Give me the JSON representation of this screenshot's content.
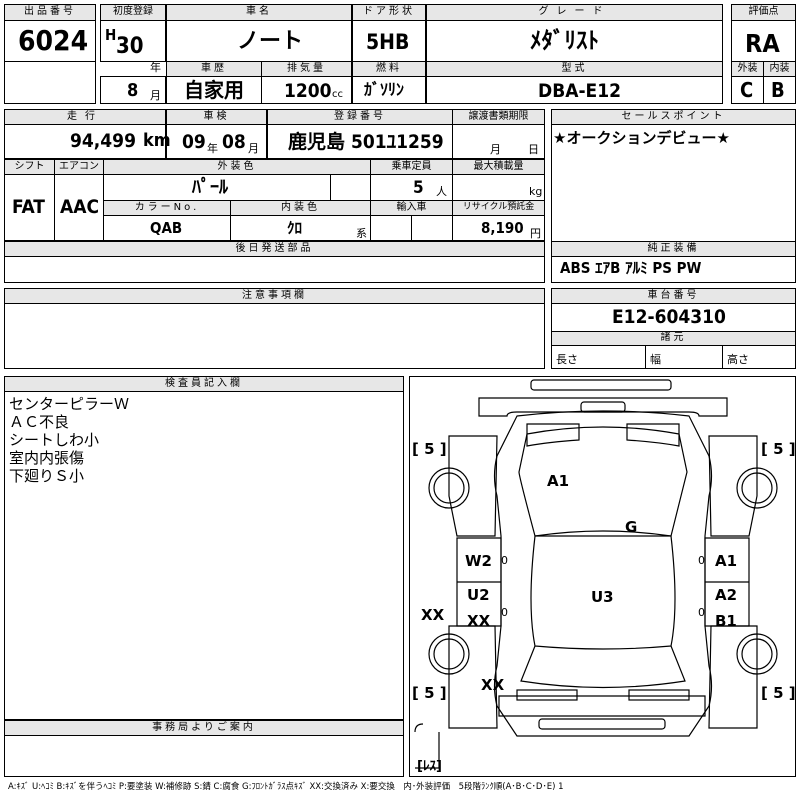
{
  "header": {
    "lot_label": "出品番号",
    "lot": "6024",
    "first_reg_label": "初度登録",
    "era": "H",
    "year": "30",
    "year_unit": "年",
    "month": "8",
    "month_unit": "月",
    "name_label": "車名",
    "name": "ノート",
    "history_label": "車歴",
    "history": "自家用",
    "cc_label": "排気量",
    "cc": "1200",
    "cc_unit": "cc",
    "door_label": "ドア形状",
    "door": "5HB",
    "fuel_label": "燃料",
    "fuel": "ｶﾞｿﾘﾝ",
    "grade_label": "グレード",
    "grade": "ﾒﾀﾞﾘｽﾄ",
    "model_label": "型式",
    "model": "DBA-E12",
    "score_label": "評価点",
    "score": "RA",
    "ext_label": "外装",
    "ext": "C",
    "int_label": "内装",
    "int": "B"
  },
  "row2": {
    "mileage_label": "走行",
    "mileage": "94,499",
    "mileage_unit": "km",
    "inspect_label": "車検",
    "inspect_y": "09",
    "inspect_y_unit": "年",
    "inspect_m": "08",
    "inspect_m_unit": "月",
    "plate_label": "登録番号",
    "plate": "鹿児島 501ﾕ1259",
    "transfer_label": "譲渡書類期限",
    "transfer_m": "月",
    "transfer_d": "日",
    "sales_label": "セールスポイント",
    "sales": "★オークションデビュー★"
  },
  "row3": {
    "shift_label": "シフト",
    "shift": "FAT",
    "ac_label": "エアコン",
    "ac": "AAC",
    "color_label": "外装色",
    "color": "ﾊﾟｰﾙ",
    "seats_label": "乗車定員",
    "seats": "5",
    "seats_unit": "人",
    "load_label": "最大積載量",
    "load_unit": "kg",
    "colorno_label": "カラーNo.",
    "colorno": "QAB",
    "intcolor_label": "内装色",
    "intcolor": "ｸﾛ",
    "intcolor_unit": "系",
    "import_label": "輸入車",
    "recycle_label": "リサイクル預託金",
    "recycle": "8,190",
    "recycle_unit": "円",
    "later_label": "後日発送部品",
    "equip_label": "純正装備",
    "equip": "ABS ｴｱB ｱﾙﾐ PS PW"
  },
  "notes": {
    "caution_label": "注意事項欄",
    "chassis_label": "車台番号",
    "chassis": "E12-604310",
    "spec_label": "諸元",
    "length": "長さ",
    "width": "幅",
    "height": "高さ"
  },
  "inspector": {
    "label": "検査員記入欄",
    "lines": [
      "センターピラーＷ",
      "ＡＣ不良",
      "シートしわ小",
      "室内内張傷",
      "下廻りＳ小"
    ]
  },
  "office": {
    "label": "事務局よりご案内"
  },
  "diagram": {
    "tires": [
      "[ 5 ]",
      "[ 5 ]",
      "[ 5 ]",
      "[ 5 ]"
    ],
    "spare": "[ﾚｽ]",
    "marks": [
      "A1",
      "G",
      "W2",
      "U2",
      "XX",
      "U3",
      "A1",
      "A2",
      "B1",
      "XX",
      "XX"
    ],
    "zero": "0"
  },
  "legend": "A:ｷｽﾞ U:ﾍｺﾐ B:ｷｽﾞを伴うﾍｺﾐ P:要塗装 W:補修跡 S:錆 C:腐食 G:ﾌﾛﾝﾄｶﾞﾗｽ点ｷｽﾞ XX:交換済み X:要交換　内･外装評価　5段階ﾗﾝｸ順(A･B･C･D･E) 1"
}
